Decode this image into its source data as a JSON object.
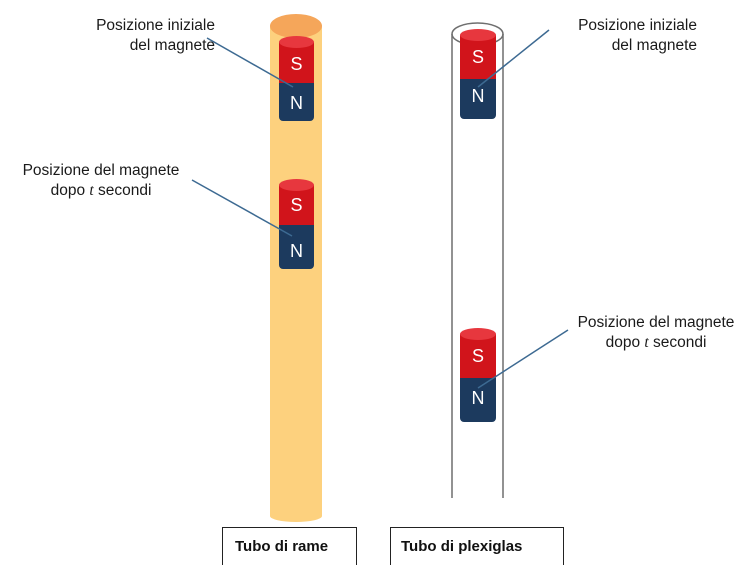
{
  "copper": {
    "initial_label": {
      "line1": "Posizione iniziale",
      "line2": "del magnete"
    },
    "after_label": {
      "line1": "Posizione del magnete",
      "line2_pre": "dopo ",
      "line2_var": "t",
      "line2_post": " secondi"
    },
    "caption": "Tubo di rame"
  },
  "plexi": {
    "initial_label": {
      "line1": "Posizione iniziale",
      "line2": "del magnete"
    },
    "after_label": {
      "line1": "Posizione del magnete",
      "line2_pre": "dopo ",
      "line2_var": "t",
      "line2_post": " secondi"
    },
    "caption": "Tubo di plexiglas"
  },
  "magnet": {
    "south": "S",
    "north": "N"
  },
  "colors": {
    "copper_tube": "#fdd17e",
    "copper_rim": "#f5a65a",
    "plexi_outline": "#6f6f6f",
    "south_pole": "#d1141b",
    "north_pole": "#1c3a5e",
    "leader_line": "#3d6a92"
  }
}
